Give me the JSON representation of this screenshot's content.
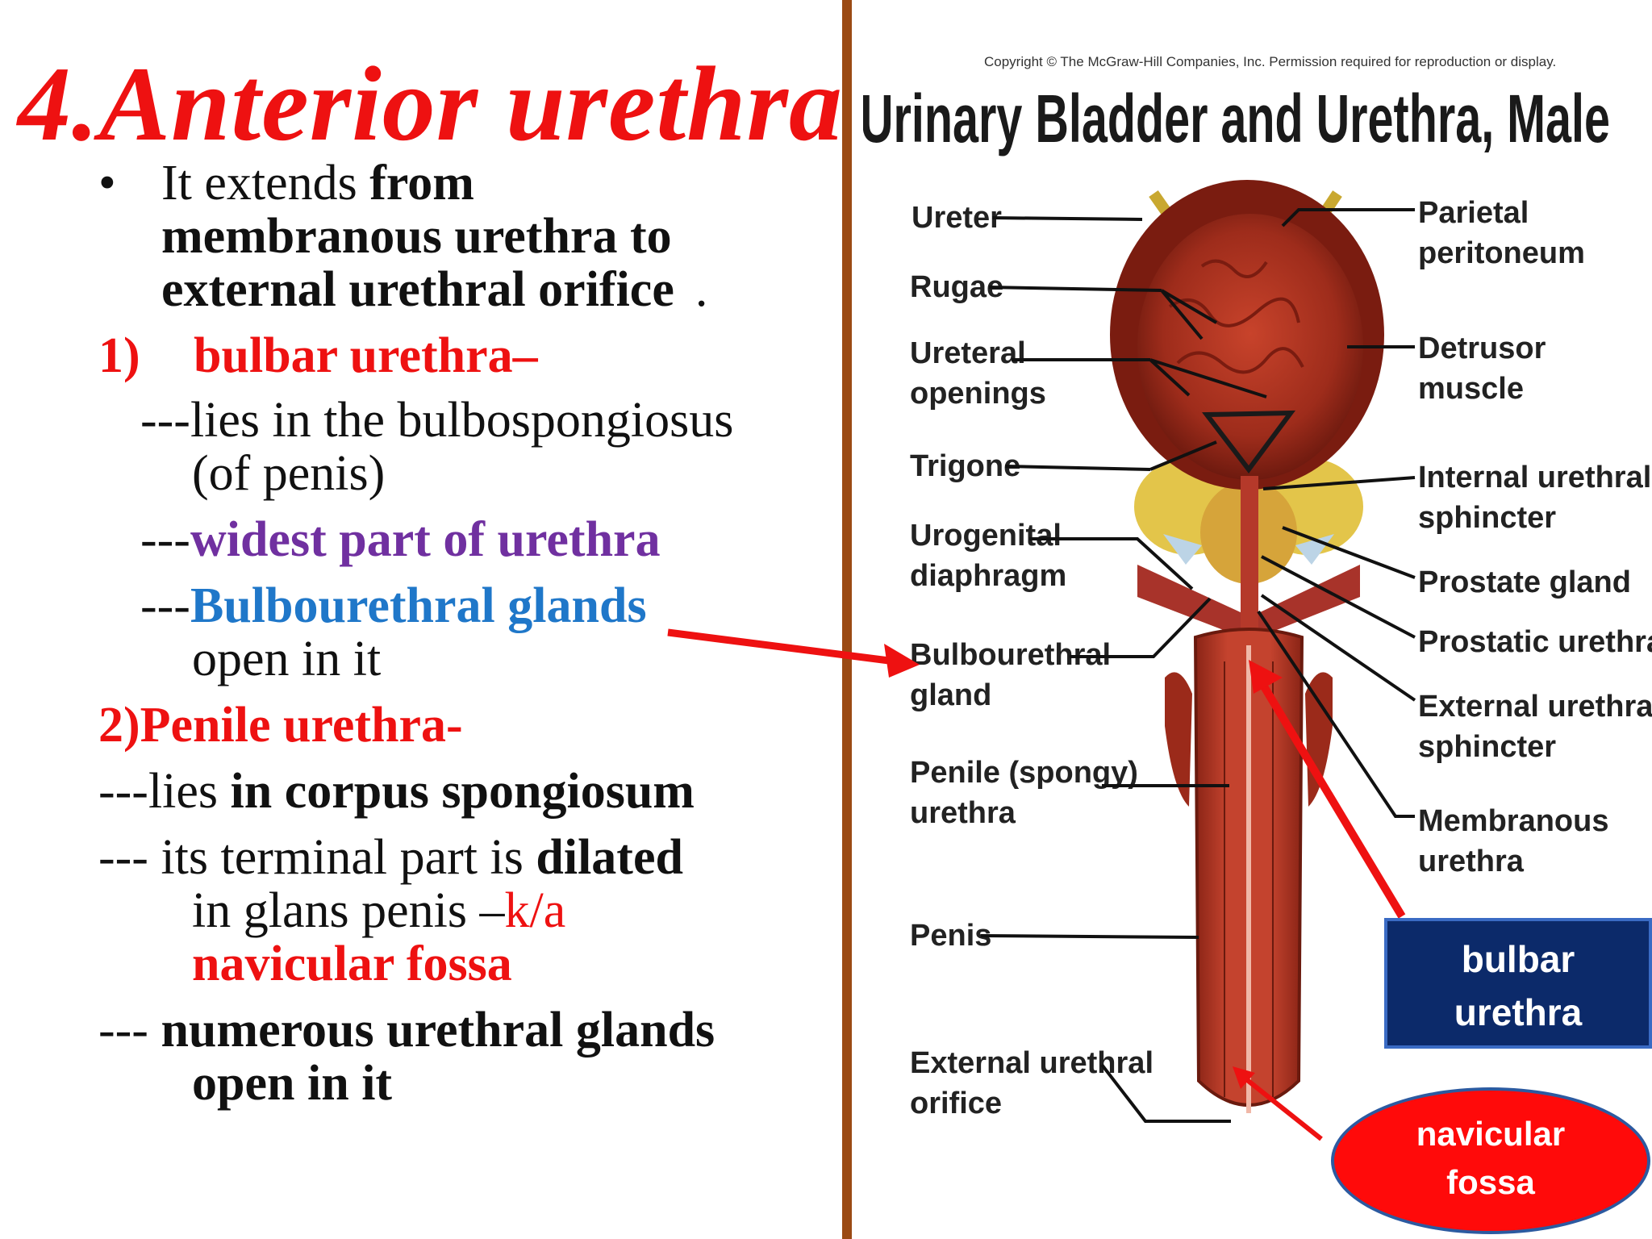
{
  "slide": {
    "title": "4.Anterior urethra",
    "bullet": "•",
    "intro": {
      "t1": "It extends ",
      "t2": "from",
      "t3": "membranous urethra to",
      "t4": "external urethral orifice",
      "t5": "."
    },
    "bulbar": {
      "heading_num": "1)",
      "heading_text": "bulbar urethra–",
      "lies_prefix": "---lies in the bulbospongiosus",
      "lies_cont": "(of penis)",
      "widest_prefix": "---",
      "widest_text": "widest part of urethra",
      "glands_prefix": "---",
      "glands_text": "Bulbourethral glands",
      "glands_cont": "open in it"
    },
    "penile": {
      "heading": "2)Penile urethra-",
      "lies_prefix": "---lies ",
      "lies_text": "in corpus spongiosum",
      "terminal_prefix": "--- its terminal part is ",
      "terminal_bold": "dilated",
      "glans_text": "in glans penis –",
      "ka": "k/a",
      "navicular": "navicular fossa",
      "glands_prefix": "--- ",
      "glands_text": "numerous urethral glands",
      "glands_cont": "open in it"
    }
  },
  "diagram": {
    "copyright": "Copyright © The McGraw-Hill Companies, Inc. Permission required for reproduction or display.",
    "title": "Urinary Bladder and Urethra, Male",
    "left_labels": {
      "ureter": "Ureter",
      "rugae": "Rugae",
      "ureteral_1": "Ureteral",
      "ureteral_2": "openings",
      "trigone": "Trigone",
      "urogenital_1": "Urogenital",
      "urogenital_2": "diaphragm",
      "bulbo_1": "Bulbourethral",
      "bulbo_2": "gland",
      "penile_1": "Penile (spongy)",
      "penile_2": "urethra",
      "penis": "Penis",
      "external_1": "External urethral",
      "external_2": "orifice"
    },
    "right_labels": {
      "parietal_1": "Parietal",
      "parietal_2": "peritoneum",
      "detrusor_1": "Detrusor",
      "detrusor_2": "muscle",
      "internal_1": "Internal urethral",
      "internal_2": "sphincter",
      "prostate": "Prostate gland",
      "prostatic": "Prostatic urethra",
      "ext_sph_1": "External urethral",
      "ext_sph_2": "sphincter",
      "membranous_1": "Membranous",
      "membranous_2": "urethra"
    },
    "callouts": {
      "bulbar_1": "bulbar",
      "bulbar_2": "urethra",
      "navicular_1": "navicular",
      "navicular_2": "fossa"
    }
  },
  "colors": {
    "title_red": "#ee1111",
    "purple": "#7030a0",
    "blue": "#1f77c9",
    "divider": "#9b4a14",
    "callout_box": "#0c2a6a",
    "callout_oval": "#ff0a0a",
    "arrow": "#ee1111"
  }
}
